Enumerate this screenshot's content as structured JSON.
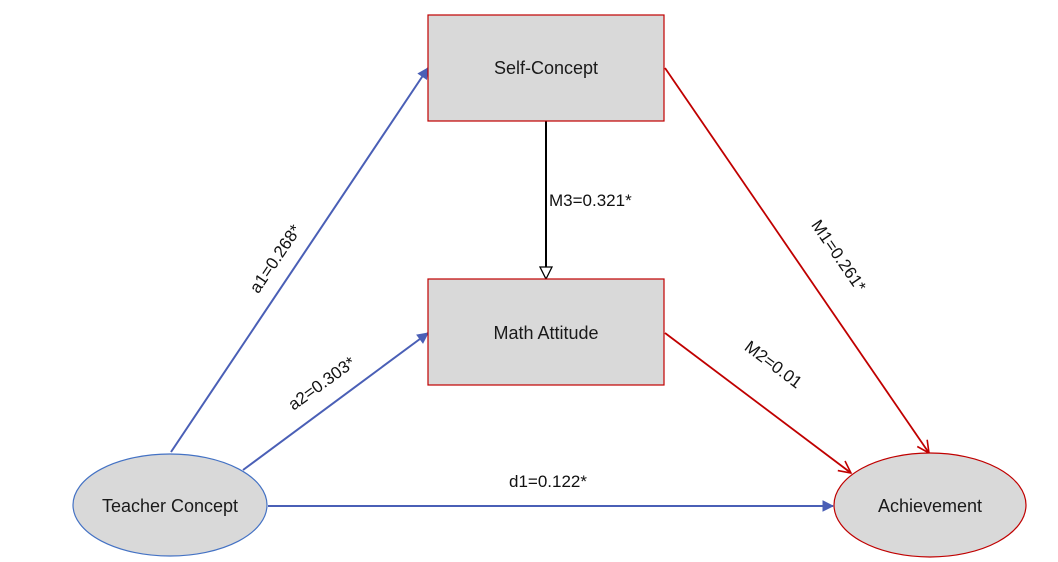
{
  "colors": {
    "node_fill": "#d9d9d9",
    "box_stroke": "#c00000",
    "teacher_stroke": "#4472c4",
    "achievement_stroke": "#c00000",
    "blue_path": "#4a5fb6",
    "red_path": "#c00000",
    "black_path": "#000000"
  },
  "nodes": {
    "self_concept": {
      "label": "Self-Concept",
      "shape": "rectangle"
    },
    "math_attitude": {
      "label": "Math Attitude",
      "shape": "rectangle"
    },
    "teacher_concept": {
      "label": "Teacher Concept",
      "shape": "ellipse"
    },
    "achievement": {
      "label": "Achievement",
      "shape": "ellipse"
    }
  },
  "edges": {
    "a1": {
      "from": "Teacher Concept",
      "to": "Self-Concept",
      "label": "a1=0.268*"
    },
    "a2": {
      "from": "Teacher Concept",
      "to": "Math Attitude",
      "label": "a2=0.303*"
    },
    "d1": {
      "from": "Teacher Concept",
      "to": "Achievement",
      "label": "d1=0.122*"
    },
    "m1": {
      "from": "Self-Concept",
      "to": "Achievement",
      "label": "M1=0.261*"
    },
    "m2": {
      "from": "Math Attitude",
      "to": "Achievement",
      "label": "M2=0.01"
    },
    "m3": {
      "from": "Self-Concept",
      "to": "Math Attitude",
      "label": "M3=0.321*"
    }
  }
}
